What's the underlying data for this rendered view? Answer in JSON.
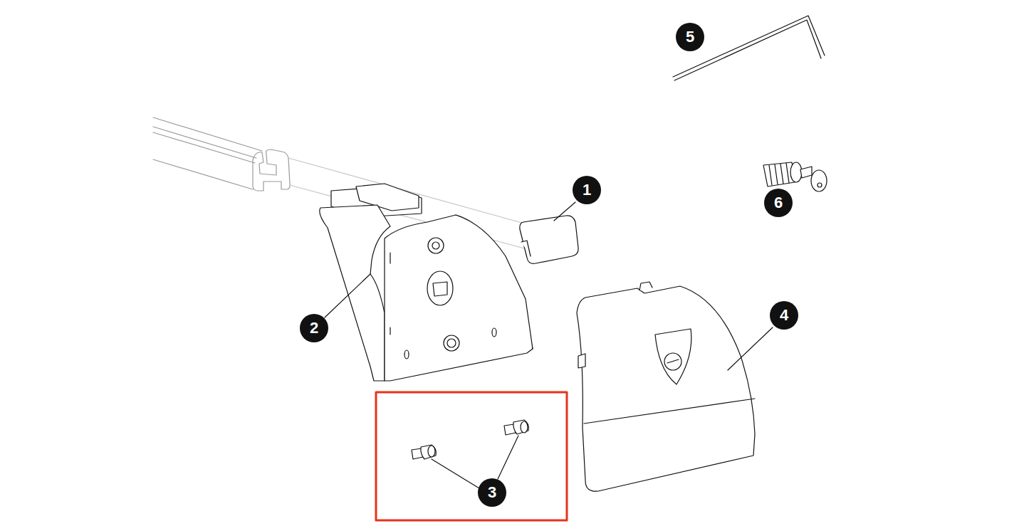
{
  "diagram": {
    "labels": [
      "5",
      "1",
      "6",
      "2",
      "4",
      "3"
    ]
  }
}
